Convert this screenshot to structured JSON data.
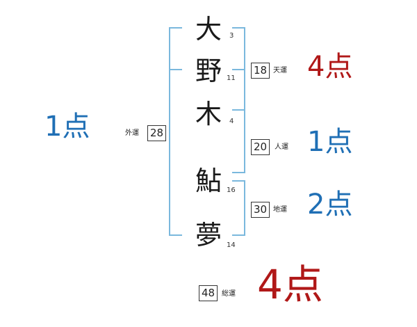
{
  "characters": [
    {
      "char": "大",
      "strokes": "3"
    },
    {
      "char": "野",
      "strokes": "11"
    },
    {
      "char": "木",
      "strokes": "4"
    },
    {
      "char": "鮎",
      "strokes": "16"
    },
    {
      "char": "夢",
      "strokes": "14"
    }
  ],
  "fortunes": {
    "gaiun": {
      "label": "外運",
      "value": "28",
      "score": "1点"
    },
    "tenun": {
      "label": "天運",
      "value": "18",
      "score": "4点"
    },
    "jinun": {
      "label": "人運",
      "value": "20",
      "score": "1点"
    },
    "chiun": {
      "label": "地運",
      "value": "30",
      "score": "2点"
    },
    "souun": {
      "label": "総運",
      "value": "48",
      "score": "4点"
    }
  },
  "colors": {
    "bracket": "#7ab8dd",
    "score_blue": "#1f6fb5",
    "score_red": "#b01818"
  }
}
